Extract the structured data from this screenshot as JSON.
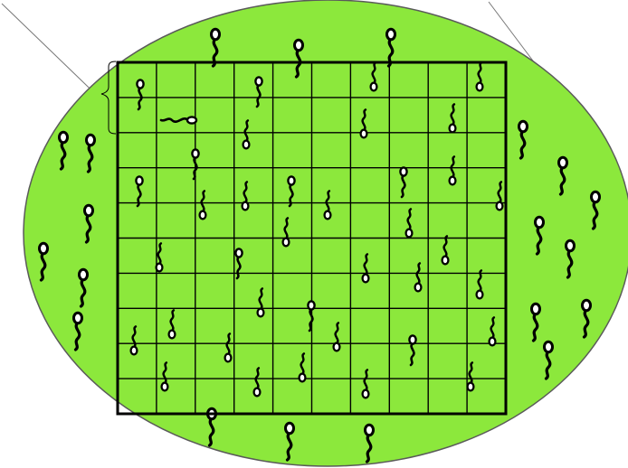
{
  "diagram": {
    "colors": {
      "field_fill": "#8ce83c",
      "field_stroke": "#5a5a5a",
      "grid_line": "#000000",
      "sperm": "#000000",
      "sperm_head": "#ffffff",
      "pointer_line": "#777777"
    },
    "grid": {
      "rows": 10,
      "cols": 10
    },
    "icons": {
      "field": "oval-field",
      "grid": "counting-grid",
      "bracket": "curly-brace-bracket",
      "cell": "sperm-cell-icon"
    }
  }
}
